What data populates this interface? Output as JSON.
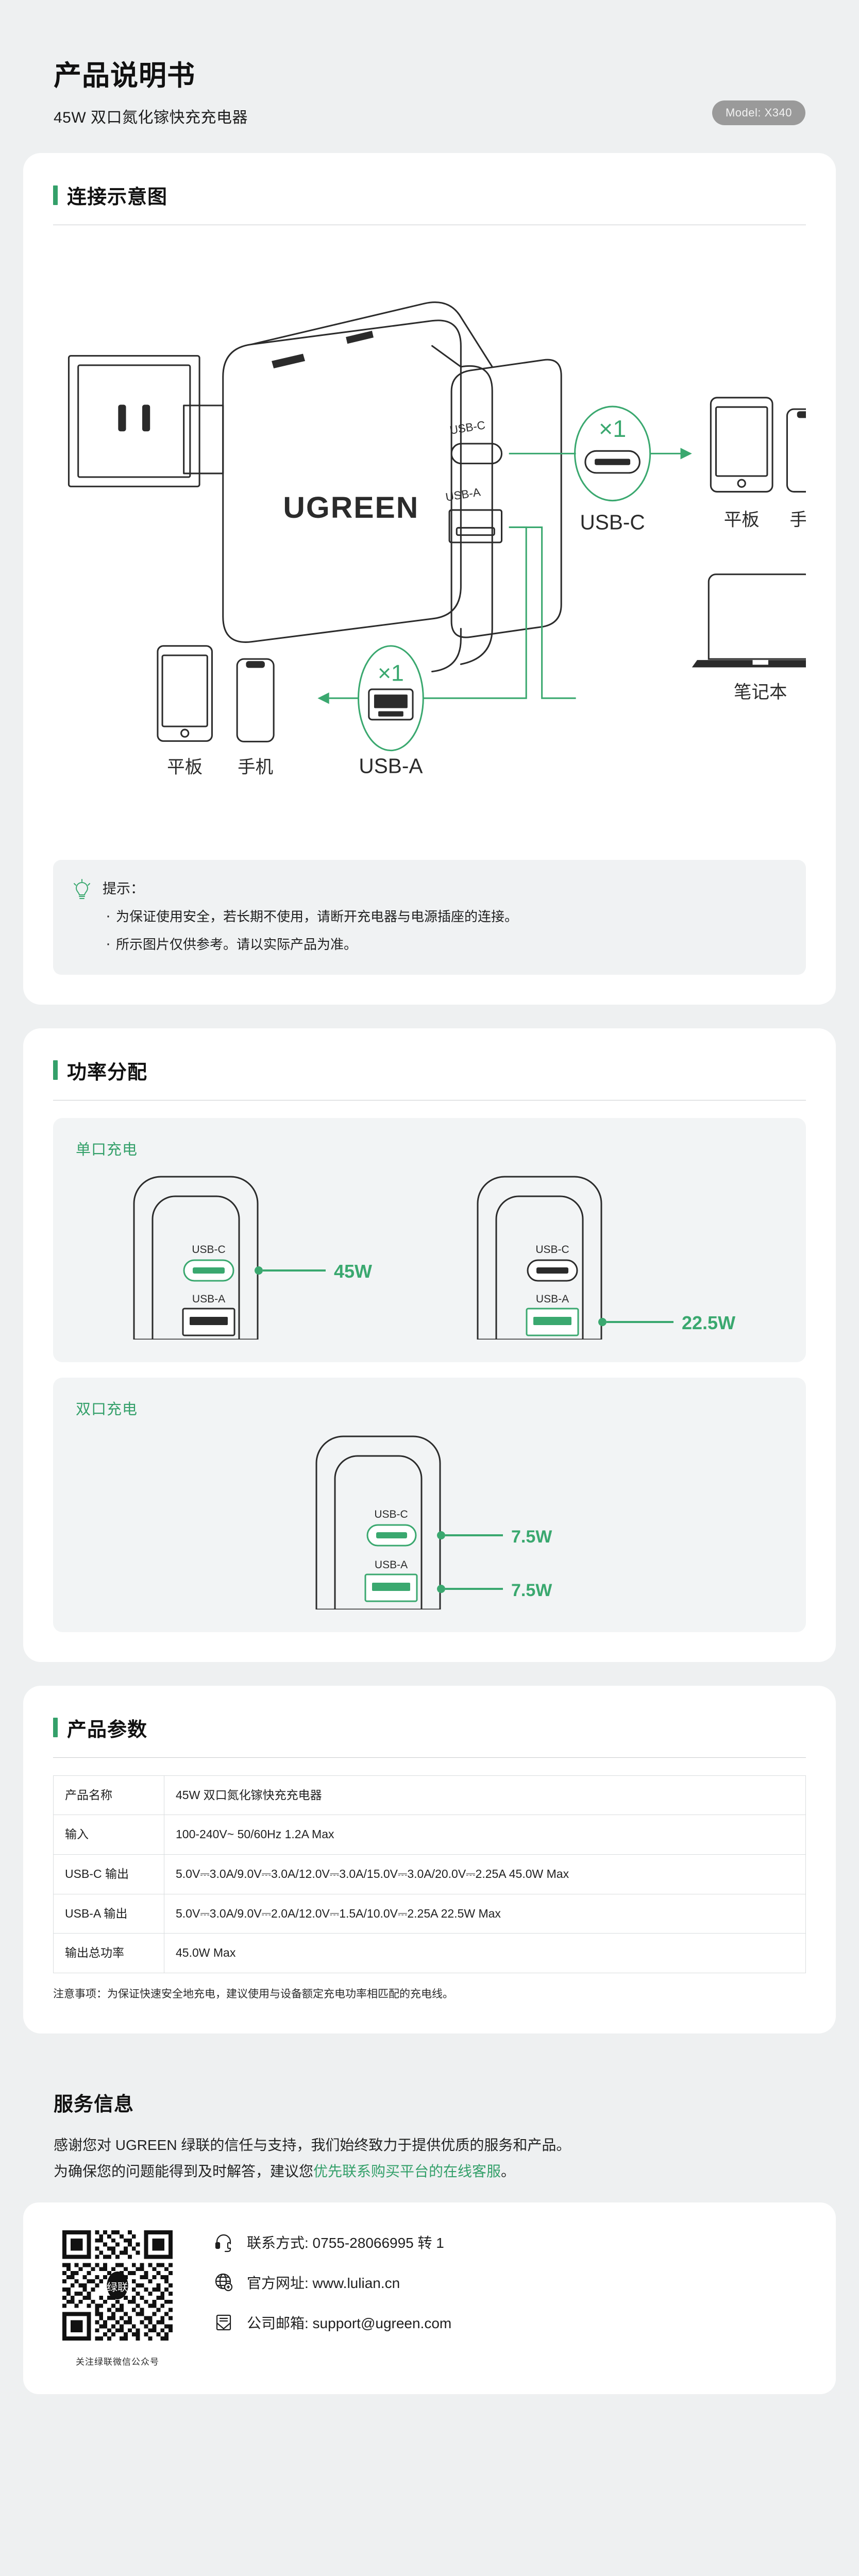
{
  "header": {
    "title": "产品说明书",
    "subtitle": "45W 双口氮化镓快充充电器",
    "model_badge": "Model: X340"
  },
  "accent_color": "#34a06a",
  "sections": {
    "connection": {
      "title": "连接示意图",
      "charger_brand": "UGREEN",
      "port_c_label": "USB-C",
      "port_a_label": "USB-A",
      "port_c_count": "×1",
      "port_a_count": "×1",
      "devices_top": [
        {
          "name": "平板",
          "icon": "tablet-icon"
        },
        {
          "name": "手机",
          "icon": "phone-icon"
        }
      ],
      "device_laptop": {
        "name": "笔记本",
        "icon": "laptop-icon"
      },
      "devices_bottom": [
        {
          "name": "平板",
          "icon": "tablet-icon"
        },
        {
          "name": "手机",
          "icon": "phone-icon"
        }
      ],
      "tips": {
        "icon": "lightbulb-icon",
        "title": "提示：",
        "items": [
          "为保证使用安全，若长期不使用，请断开充电器与电源插座的连接。",
          "所示图片仅供参考。请以实际产品为准。"
        ]
      }
    },
    "power": {
      "title": "功率分配",
      "single": {
        "subtitle": "单口充电",
        "chargers": [
          {
            "port_c_label": "USB-C",
            "port_a_label": "USB-A",
            "active_port": "USB-C",
            "power_label": "45W"
          },
          {
            "port_c_label": "USB-C",
            "port_a_label": "USB-A",
            "active_port": "USB-A",
            "power_label": "22.5W"
          }
        ]
      },
      "dual": {
        "subtitle": "双口充电",
        "charger": {
          "port_c_label": "USB-C",
          "port_a_label": "USB-A",
          "power_c_label": "7.5W",
          "power_a_label": "7.5W"
        }
      }
    },
    "specs": {
      "title": "产品参数",
      "rows": [
        {
          "key": "产品名称",
          "value": "45W 双口氮化镓快充充电器"
        },
        {
          "key": "输入",
          "value": "100-240V~ 50/60Hz 1.2A Max"
        },
        {
          "key": "USB-C 输出",
          "value": "5.0V⎓3.0A/9.0V⎓3.0A/12.0V⎓3.0A/15.0V⎓3.0A/20.0V⎓2.25A 45.0W Max"
        },
        {
          "key": "USB-A 输出",
          "value": "5.0V⎓3.0A/9.0V⎓2.0A/12.0V⎓1.5A/10.0V⎓2.25A 22.5W Max"
        },
        {
          "key": "输出总功率",
          "value": "45.0W Max"
        }
      ],
      "note": "注意事项：为保证快速安全地充电，建议使用与设备额定充电功率相匹配的充电线。"
    },
    "service": {
      "title": "服务信息",
      "paragraph_1": "感谢您对 UGREEN 绿联的信任与支持，我们始终致力于提供优质的服务和产品。",
      "paragraph_2_pre": "为确保您的问题能得到及时解答，建议您",
      "paragraph_2_highlight": "优先联系购买平台的在线客服",
      "paragraph_2_post": "。",
      "qr_caption": "关注绿联微信公众号",
      "qr_center_text": "绿联",
      "contacts": [
        {
          "icon": "headset-icon",
          "text": "联系方式: 0755-28066995 转 1"
        },
        {
          "icon": "globe-icon",
          "text": "官方网址: www.lulian.cn"
        },
        {
          "icon": "mail-icon",
          "text": "公司邮箱: support@ugreen.com"
        }
      ]
    }
  }
}
